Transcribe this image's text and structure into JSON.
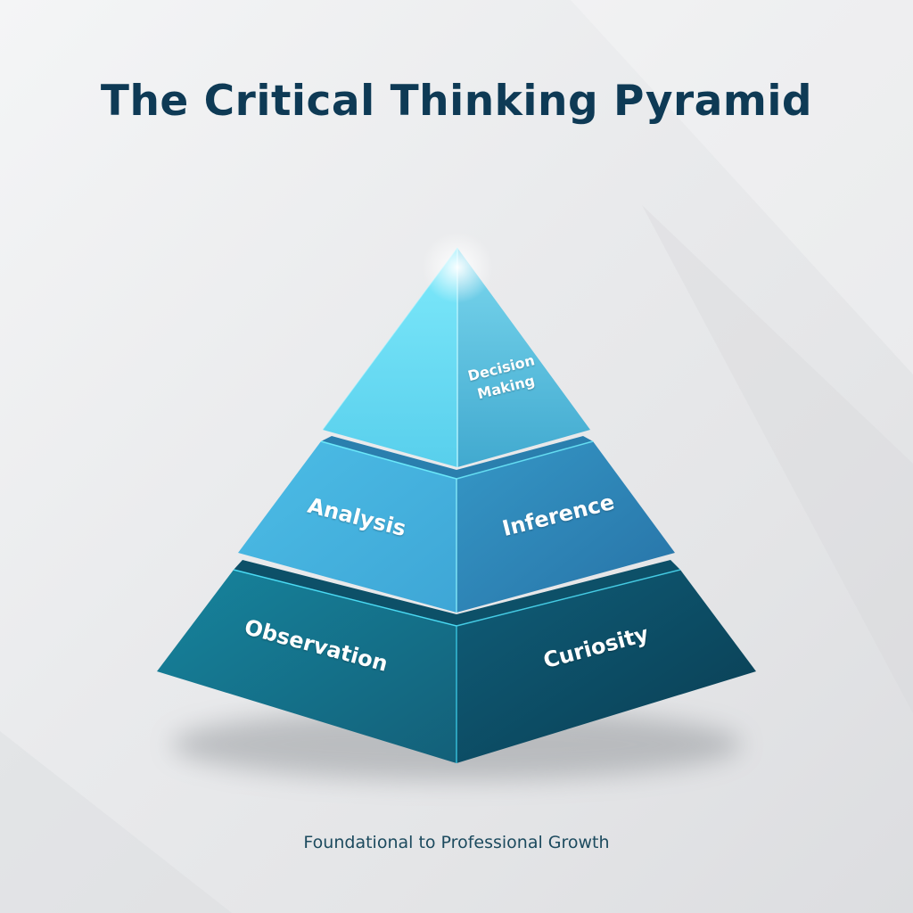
{
  "title": "The Critical Thinking Pyramid",
  "subtitle": "Foundational to Professional Growth",
  "pyramid": {
    "levels": [
      {
        "name": "top",
        "left_label": "",
        "right_label": "Decision Making",
        "right_line1": "Decision",
        "right_line2": "Making",
        "left_color": "#5fd6ef",
        "right_color": "#45b4d6"
      },
      {
        "name": "middle",
        "left_label": "Analysis",
        "right_label": "Inference",
        "left_color": "#46b2dc",
        "right_color": "#2f86b6"
      },
      {
        "name": "bottom",
        "left_label": "Observation",
        "right_label": "Curiosity",
        "left_color": "#15768f",
        "right_color": "#0e4e66"
      }
    ]
  },
  "colors": {
    "title": "#0e3a55",
    "subtitle": "#1c4a5e",
    "background": "#e9eaec",
    "edge_highlight": "#4fe6ff"
  }
}
